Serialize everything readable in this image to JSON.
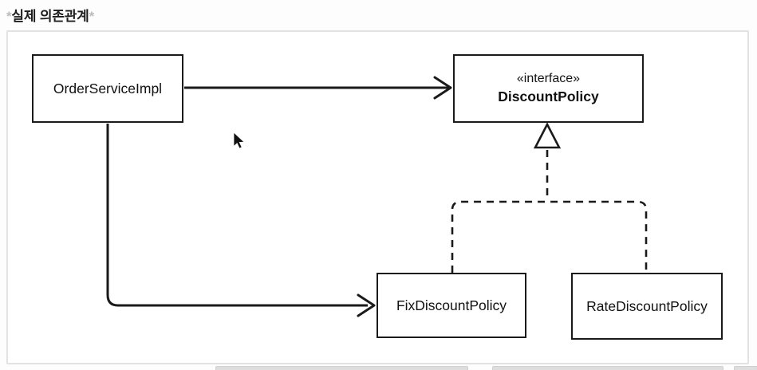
{
  "title": {
    "asterisk": "*",
    "text": "실제 의존관계"
  },
  "diagram": {
    "nodes": [
      {
        "id": "order-service-impl",
        "label": "OrderServiceImpl"
      },
      {
        "id": "discount-policy",
        "stereotype": "«interface»",
        "label": "DiscountPolicy"
      },
      {
        "id": "fix-discount-policy",
        "label": "FixDiscountPolicy"
      },
      {
        "id": "rate-discount-policy",
        "label": "RateDiscountPolicy"
      }
    ],
    "edges": [
      {
        "from": "OrderServiceImpl",
        "to": "DiscountPolicy",
        "type": "dependency-arrow-solid"
      },
      {
        "from": "OrderServiceImpl",
        "to": "FixDiscountPolicy",
        "type": "dependency-arrow-solid"
      },
      {
        "from": "FixDiscountPolicy",
        "to": "DiscountPolicy",
        "type": "realization-dashed-hollow-triangle"
      },
      {
        "from": "RateDiscountPolicy",
        "to": "DiscountPolicy",
        "type": "realization-dashed-hollow-triangle"
      }
    ]
  },
  "icons": {
    "cursor": "mouse-pointer-icon",
    "realization_arrowhead": "hollow-triangle-icon"
  },
  "colors": {
    "line": "#1a1a1a",
    "box_border": "#1a1a1a",
    "frame_border": "#e2e2e2",
    "asterisk": "#bcbcbc",
    "background": "#ffffff"
  }
}
